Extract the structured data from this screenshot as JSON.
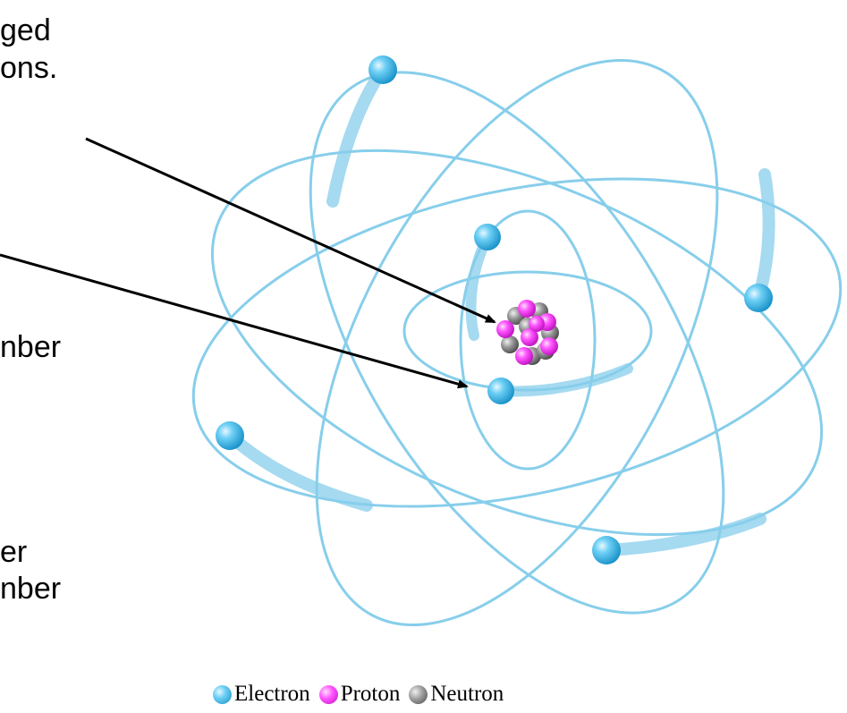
{
  "text_fragments": [
    {
      "text": "ged"
    },
    {
      "text": "ons."
    },
    {
      "text": "nber"
    },
    {
      "text": "er"
    },
    {
      "text": "nber"
    }
  ],
  "legend": {
    "electron": "Electron",
    "proton": "Proton",
    "neutron": "Neutron"
  },
  "colors": {
    "orbit": "#87CEEB",
    "electron": "#33B5E5",
    "proton": "#FF33FF",
    "neutron": "#808080",
    "arrow": "#000000"
  }
}
